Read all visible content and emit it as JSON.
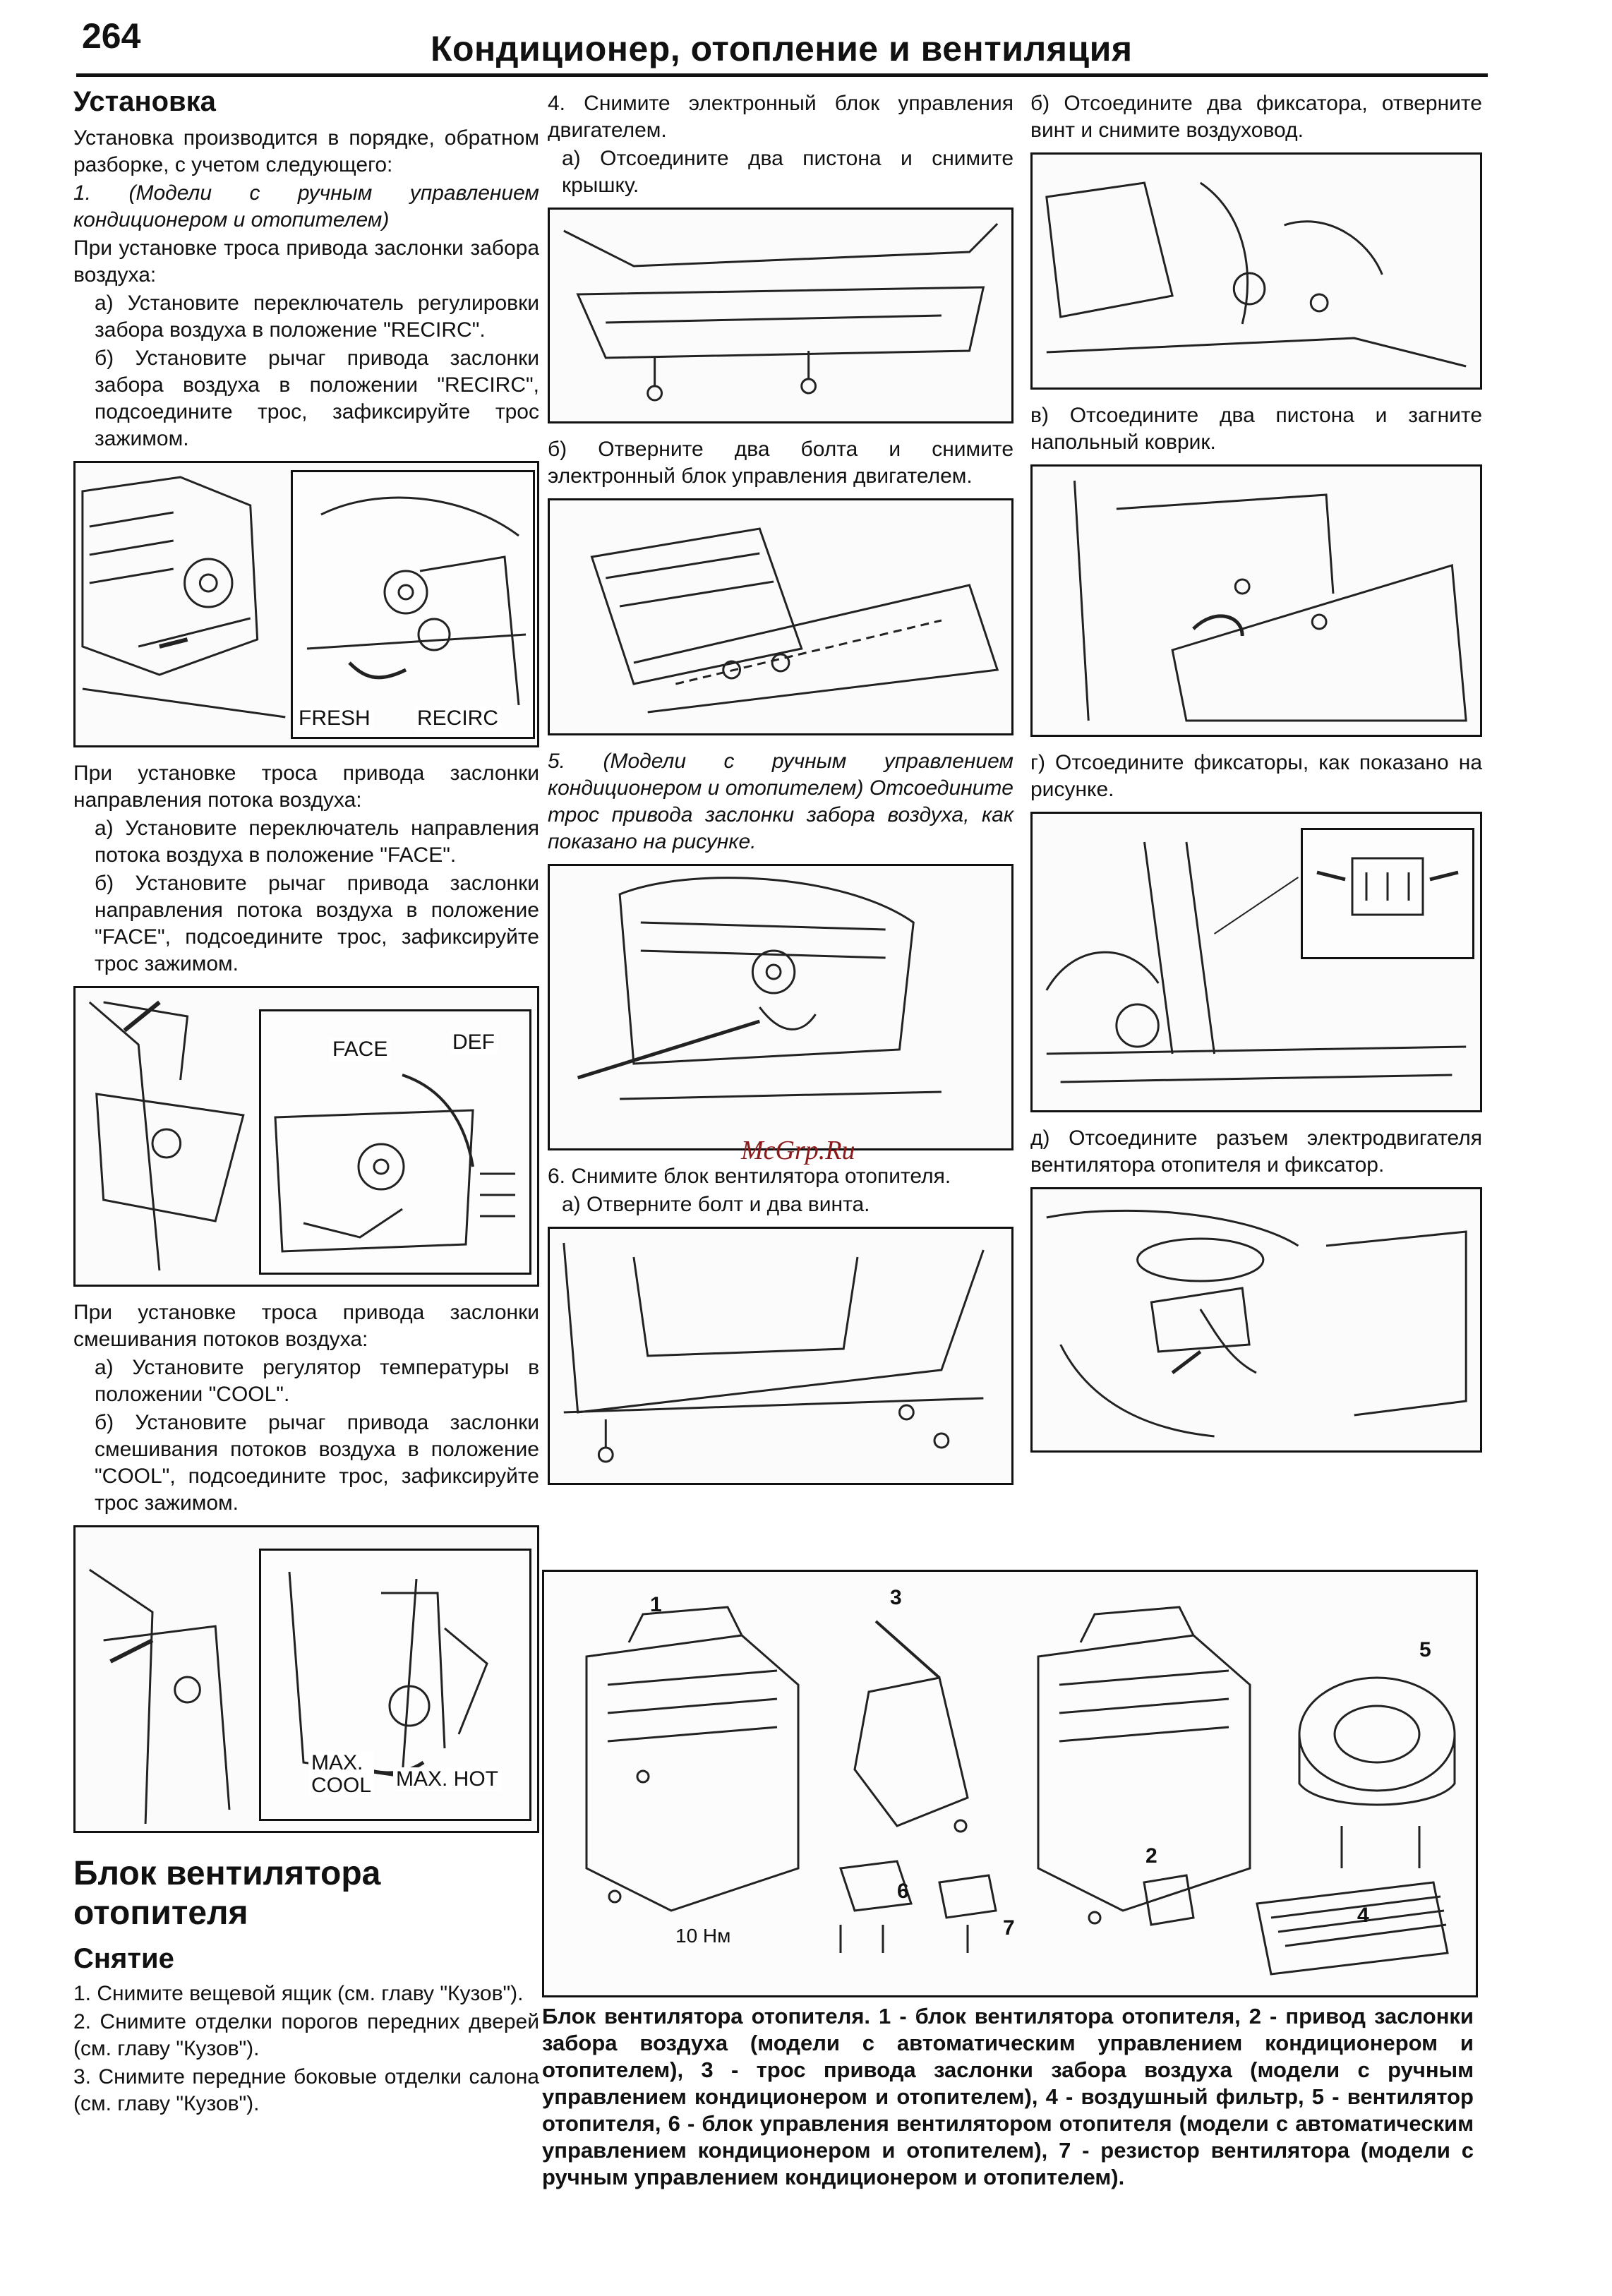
{
  "header": {
    "page_number": "264",
    "title": "Кондиционер, отопление и вентиляция"
  },
  "col1": {
    "section_install": "Установка",
    "p1": "Установка производится в порядке, обратном разборке, с учетом следующего:",
    "p2": "1. (Модели с ручным управлением кондиционером и отопителем)",
    "p3": "При установке троса привода заслонки забора воздуха:",
    "p4": "а) Установите переключатель регулировки забора воздуха в положение \"RECIRC\".",
    "p5": "б) Установите рычаг привода заслонки забора воздуха в положении \"RECIRC\", подсоедините трос, зафиксируйте трос зажимом.",
    "fig1_label_fresh": "FRESH",
    "fig1_label_recirc": "RECIRC",
    "p6": "При установке троса привода заслонки направления потока воздуха:",
    "p7": "а) Установите переключатель направления потока воздуха в положение \"FACE\".",
    "p8": "б) Установите рычаг привода заслонки направления потока воздуха в положение \"FACE\", подсоедините трос, зафиксируйте трос зажимом.",
    "fig2_label_face": "FACE",
    "fig2_label_def": "DEF",
    "p9": "При установке троса привода заслонки смешивания потоков воздуха:",
    "p10": "а) Установите регулятор температуры в положении \"COOL\".",
    "p11": "б) Установите рычаг привода заслонки смешивания потоков воздуха в положение \"COOL\", подсоедините трос, зафиксируйте трос зажимом.",
    "fig3_label_maxcool": "MAX.\nCOOL",
    "fig3_label_maxhot": "MAX. HOT",
    "section_blower": "Блок вентилятора отопителя",
    "section_removal": "Снятие",
    "r1": "1. Снимите вещевой ящик (см. главу \"Кузов\").",
    "r2": "2. Снимите отделки порогов передних дверей (см. главу \"Кузов\").",
    "r3": "3. Снимите передние боковые отделки салона (см. главу \"Кузов\")."
  },
  "col2": {
    "s4": "4. Снимите электронный блок управления двигателем.",
    "s4a": "а) Отсоедините два пистона и снимите крышку.",
    "s4b": "б) Отверните два болта и снимите электронный блок управления двигателем.",
    "s5": "5. (Модели с ручным управлением кондиционером и отопителем) Отсоедините трос привода заслонки забора воздуха, как показано на рисунке.",
    "s6": "6. Снимите блок вентилятора отопителя.",
    "s6a": "а) Отверните болт и два винта."
  },
  "col3": {
    "s6b": "б) Отсоедините два фиксатора, отверните винт и снимите воздуховод.",
    "s6c": "в) Отсоедините два пистона и загните напольный коврик.",
    "s6d": "г) Отсоедините фиксаторы, как показано на рисунке.",
    "s6e": "д) Отсоедините разъем электродвигателя вентилятора отопителя и фиксатор."
  },
  "watermark": "McGrp.Ru",
  "exploded": {
    "n1": "1",
    "n2": "2",
    "n3": "3",
    "n4": "4",
    "n5": "5",
    "n6": "6",
    "n7": "7",
    "torque": "10 Нм"
  },
  "caption": "Блок вентилятора отопителя. 1 - блок вентилятора отопителя, 2 - привод заслонки забора воздуха (модели с автоматическим управлением кондиционером и отопителем), 3 - трос привода заслонки забора воздуха (модели с ручным управлением кондиционером и отопителем), 4 - воздушный фильтр, 5 - вентилятор отопителя, 6 - блок управления вентилятором отопителя (модели с автоматическим управлением кондиционером и отопителем), 7 - резистор вентилятора (модели с ручным управлением кондиционером и отопителем)."
}
